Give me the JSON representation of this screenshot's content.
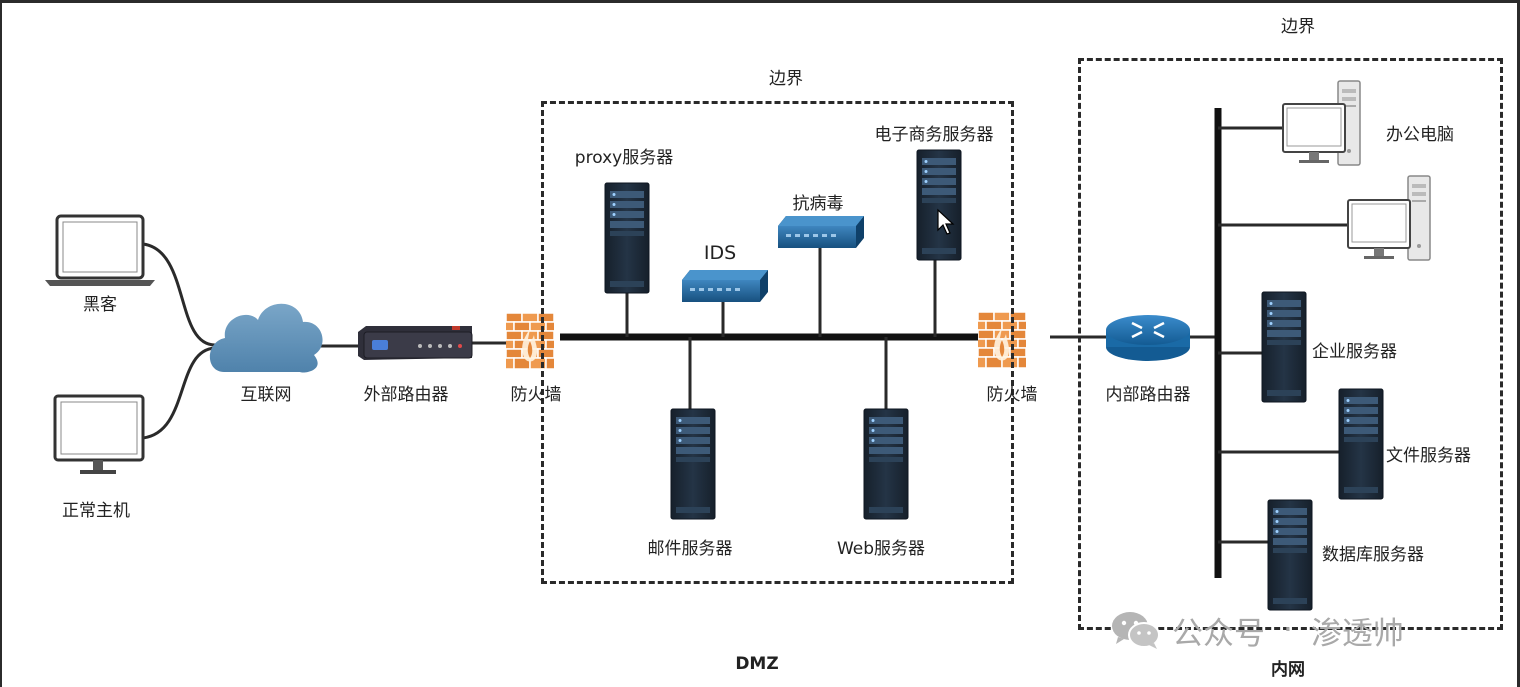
{
  "labels": {
    "hacker": "黑客",
    "normal_host": "正常主机",
    "internet": "互联网",
    "external_router": "外部路由器",
    "firewall_left": "防火墙",
    "firewall_right": "防火墙",
    "internal_router": "内部路由器",
    "proxy_server": "proxy服务器",
    "ids": "IDS",
    "antivirus": "抗病毒",
    "ecommerce_server": "电子商务服务器",
    "mail_server": "邮件服务器",
    "web_server": "Web服务器",
    "office_pc": "办公电脑",
    "enterprise_server": "企业服务器",
    "file_server": "文件服务器",
    "database_server": "数据库服务器",
    "dmz_boundary": "边界",
    "intranet_boundary": "边界",
    "dmz": "DMZ",
    "intranet": "内网"
  },
  "watermark": {
    "icon": "wechat-icon",
    "text_left": "公众号",
    "separator": "·",
    "text_right": "渗透帅"
  },
  "colors": {
    "server_dark": "#1e2a38",
    "server_slot": "#3d5a78",
    "switch_blue": "#1d5f93",
    "cloud_blue": "#5b8db5",
    "router_blue": "#1f6ea8",
    "firewall_orange": "#e98a3c",
    "line": "#2a2a2a"
  }
}
